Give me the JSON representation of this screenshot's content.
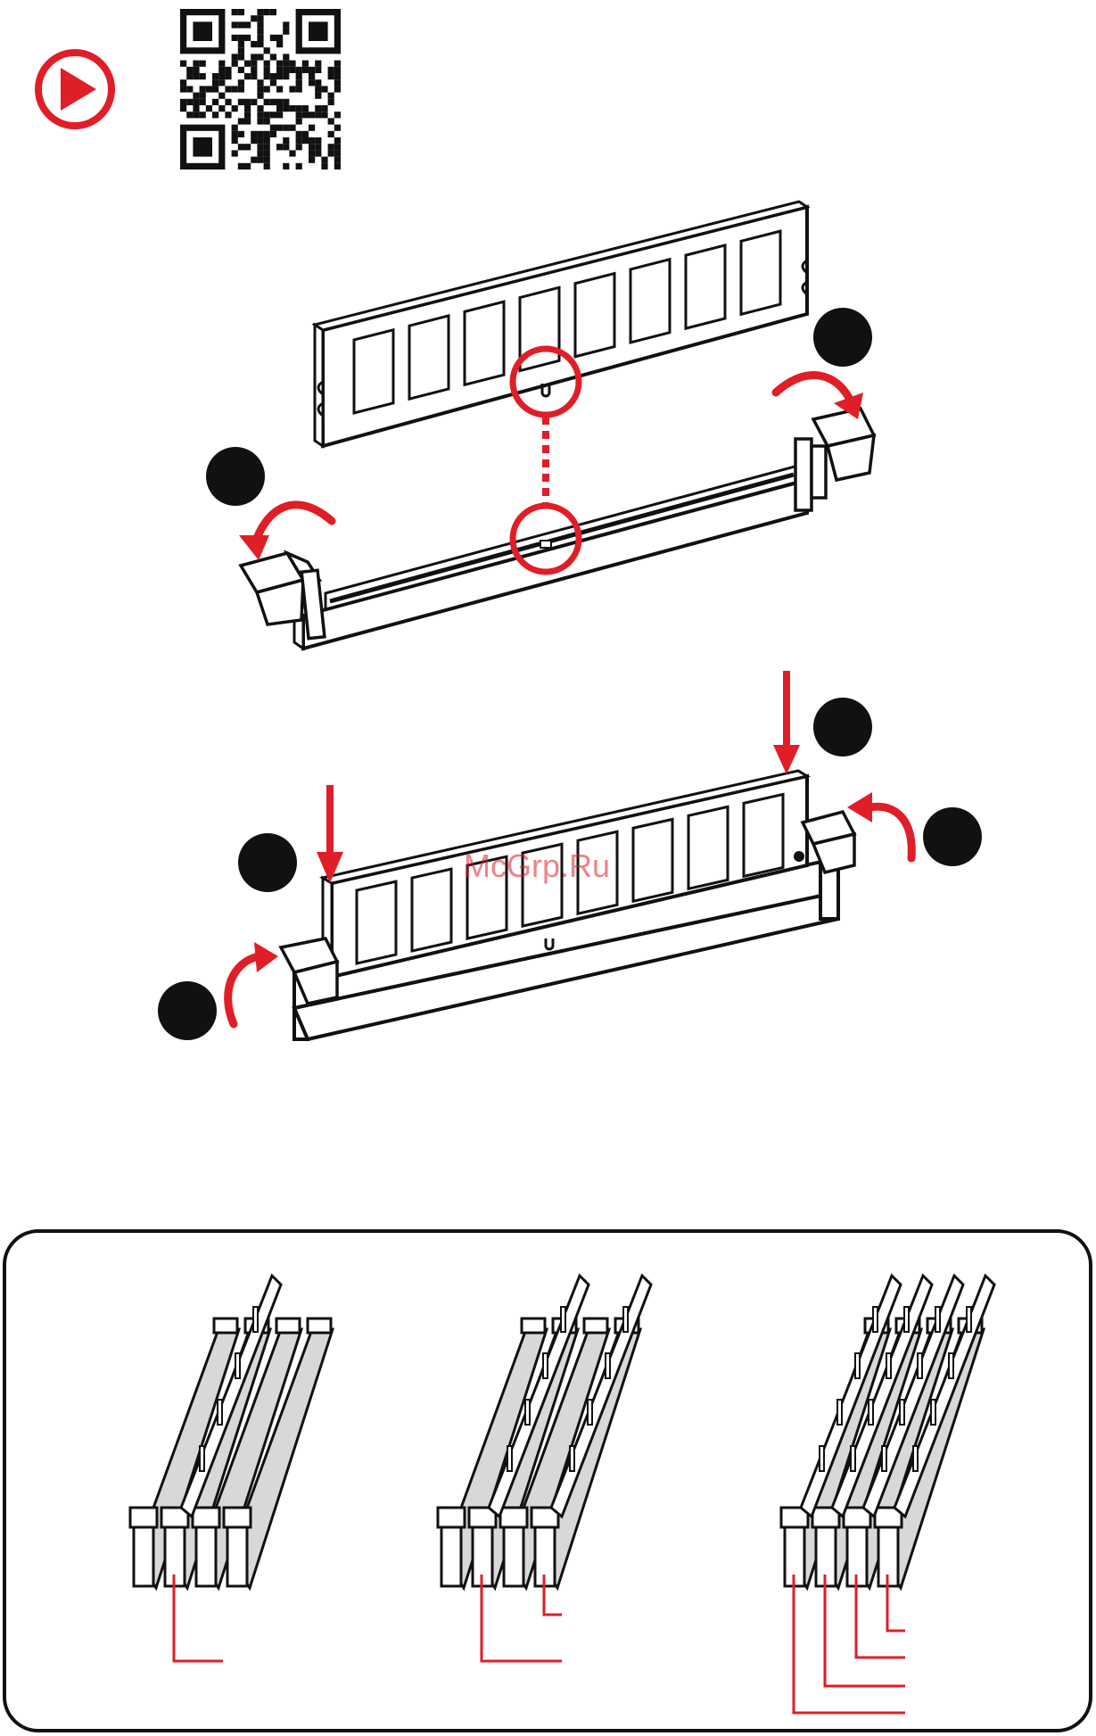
{
  "watermark": "McGrp.Ru",
  "colors": {
    "accent": "#e01e27",
    "ink": "#111111",
    "module_fill": "#ffffff",
    "slot_shade": "#d8d8d8"
  },
  "icons": [
    "play-icon",
    "qr-code-icon"
  ],
  "steps": {
    "open_latches": {
      "markers": 2
    },
    "insert_module": {
      "markers": 4
    }
  },
  "configurations": [
    {
      "modules": 1,
      "leaders": 1
    },
    {
      "modules": 2,
      "leaders": 2
    },
    {
      "modules": 4,
      "leaders": 4
    }
  ]
}
